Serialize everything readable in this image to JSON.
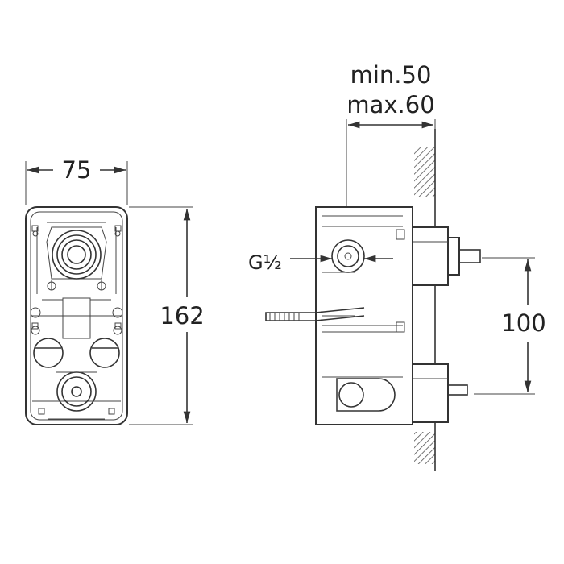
{
  "front_view": {
    "width_label": "75",
    "height_label": "162"
  },
  "side_view": {
    "depth_label_min": "min.50",
    "depth_label_max": "max.60",
    "thread_label": "G½",
    "spacing_label": "100"
  },
  "colors": {
    "line": "#333333",
    "hatch": "#555555",
    "text": "#222222"
  }
}
